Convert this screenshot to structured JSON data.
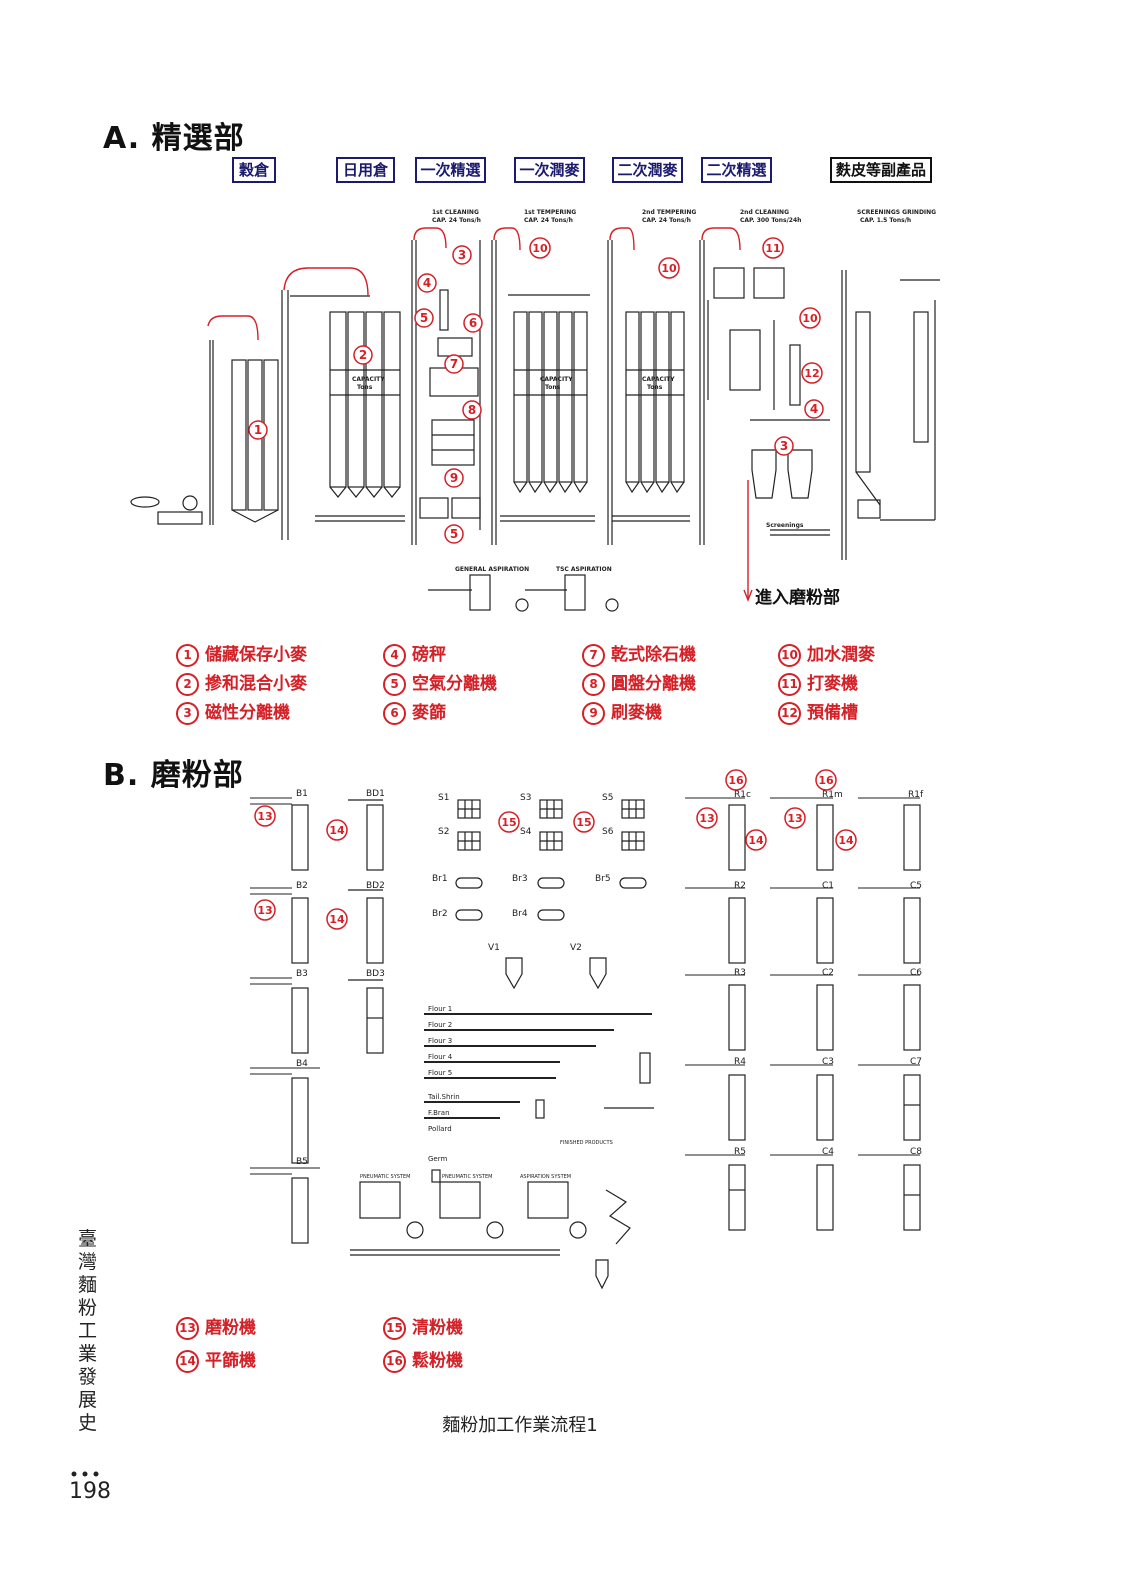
{
  "section_a": {
    "title": "A. 精選部",
    "tags": [
      "穀倉",
      "日用倉",
      "一次精選",
      "一次潤麥",
      "二次潤麥",
      "二次精選",
      "麩皮等副產品"
    ],
    "diagram_labels": {
      "first_cleaning": "1st CLEANING",
      "first_cleaning_cap": "CAP. 24 Tons/h",
      "first_tempering": "1st TEMPERING",
      "first_tempering_cap": "CAP. 24 Tons/h",
      "second_tempering": "2nd TEMPERING",
      "second_tempering_cap": "CAP. 24 Tons/h",
      "second_cleaning": "2nd CLEANING",
      "second_cleaning_cap": "CAP. 300 Tons/24h",
      "screenings_grinding": "SCREENINGS GRINDING",
      "screenings_grinding_cap": "CAP. 1.5 Tons/h",
      "capacity": "CAPACITY",
      "tons": "Tons",
      "general_aspiration": "GENERAL ASPIRATION",
      "tsc_aspiration": "TSC ASPIRATION",
      "screenings": "Screenings"
    },
    "enter_text": "進入磨粉部",
    "legend": [
      {
        "num": "1",
        "label": "儲藏保存小麥"
      },
      {
        "num": "2",
        "label": "摻和混合小麥"
      },
      {
        "num": "3",
        "label": "磁性分離機"
      },
      {
        "num": "4",
        "label": "磅秤"
      },
      {
        "num": "5",
        "label": "空氣分離機"
      },
      {
        "num": "6",
        "label": "麥篩"
      },
      {
        "num": "7",
        "label": "乾式除石機"
      },
      {
        "num": "8",
        "label": "圓盤分離機"
      },
      {
        "num": "9",
        "label": "刷麥機"
      },
      {
        "num": "10",
        "label": "加水潤麥"
      },
      {
        "num": "11",
        "label": "打麥機"
      },
      {
        "num": "12",
        "label": "預備槽"
      }
    ]
  },
  "section_b": {
    "title": "B. 磨粉部",
    "mill_labels": [
      "B1",
      "B2",
      "B3",
      "B4",
      "B5",
      "BD1",
      "BD2",
      "BD3"
    ],
    "sifter_labels": [
      "S1",
      "S2",
      "S3",
      "S4",
      "S5",
      "S6"
    ],
    "brush_labels": [
      "Br1",
      "Br2",
      "Br3",
      "Br4",
      "Br5"
    ],
    "vent_labels": [
      "V1",
      "V2"
    ],
    "right_labels": [
      "R1c",
      "R1m",
      "R1f",
      "R2",
      "C1",
      "C5",
      "R3",
      "C2",
      "C6",
      "R4",
      "C3",
      "C7",
      "R5",
      "C4",
      "C8"
    ],
    "flour_lines": [
      "Flour 1",
      "Flour 2",
      "Flour 3",
      "Flour 4",
      "Flour 5",
      "Tail.Shrin",
      "F.Bran",
      "Pollard",
      "Germ"
    ],
    "finished_products": "FINISHED PRODUCTS",
    "pneumatic_system_1": "PNEUMATIC SYSTEM",
    "pneumatic_system_2": "PNEUMATIC SYSTEM",
    "aspiration_system": "ASPIRATION SYSTEM",
    "legend": [
      {
        "num": "13",
        "label": "磨粉機"
      },
      {
        "num": "14",
        "label": "平篩機"
      },
      {
        "num": "15",
        "label": "清粉機"
      },
      {
        "num": "16",
        "label": "鬆粉機"
      }
    ]
  },
  "side_text": "臺灣麵粉工業發展史",
  "caption": "麵粉加工作業流程1",
  "page_number": "198",
  "colors": {
    "accent_red": "#d42027",
    "tag_navy": "#1c1a6e",
    "line": "#111111"
  }
}
